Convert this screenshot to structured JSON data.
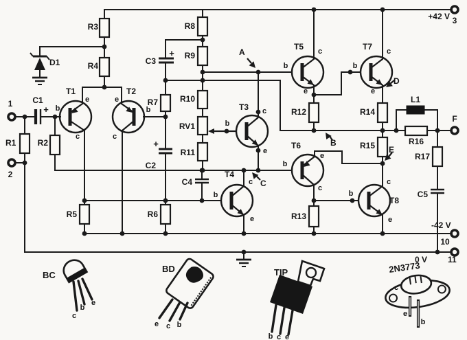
{
  "schematic": {
    "supply": {
      "pos": "+42 V",
      "neg": "-42 V",
      "gnd": "0 V"
    },
    "terminals": {
      "t1": "1",
      "t2": "2",
      "t3": "3",
      "t10": "10",
      "t11": "11",
      "out": "F"
    },
    "resistors": {
      "r1": "R1",
      "r2": "R2",
      "r3": "R3",
      "r4": "R4",
      "r5": "R5",
      "r6": "R6",
      "r7": "R7",
      "r8": "R8",
      "r9": "R9",
      "r10": "R10",
      "r11": "R11",
      "r12": "R12",
      "r13": "R13",
      "r14": "R14",
      "r15": "R15",
      "r16": "R16",
      "r17": "R17"
    },
    "pot": "RV1",
    "capacitors": {
      "c1": "C1",
      "c2": "C2",
      "c3": "C3",
      "c4": "C4",
      "c5": "C5"
    },
    "transistors": {
      "t1": "T1",
      "t2": "T2",
      "t3": "T3",
      "t4": "T4",
      "t5": "T5",
      "t6": "T6",
      "t7": "T7",
      "t8": "T8"
    },
    "diode": "D1",
    "inductor": "L1",
    "nodes": {
      "a": "A",
      "b": "B",
      "c": "C",
      "d": "D",
      "e": "E"
    },
    "pins": {
      "b": "b",
      "c": "c",
      "e": "e"
    },
    "plus": "+"
  },
  "packages": {
    "bc": "BC",
    "bd": "BD",
    "tip": "TIP",
    "to3": "2N3773"
  }
}
